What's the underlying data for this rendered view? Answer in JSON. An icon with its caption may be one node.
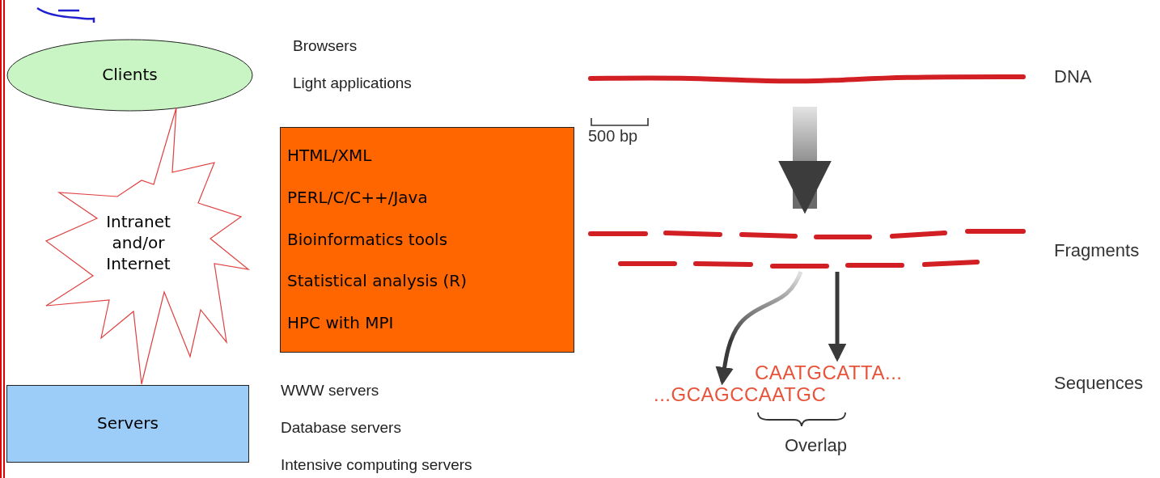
{
  "diagram": {
    "nodes": [
      {
        "text": [
          "Clients"
        ]
      },
      {
        "text": [
          "Intranet and/or Internet"
        ]
      },
      {
        "text": [
          "Servers"
        ]
      },
      {
        "text": [
          "HTML/XML",
          "PERL/C/C++/Java",
          "Bioinformatics tools",
          "Statistical analysis (R)",
          "HPC with MPI"
        ]
      },
      {
        "text": [],
        "shape": "bar",
        "beside": [
          "DNA"
        ]
      },
      {
        "text": [],
        "shape": "bar",
        "beside": [
          "Fragments"
        ]
      },
      {
        "text": [
          "CAATGCATTA..."
        ]
      },
      {
        "text": [
          "...GCAGCCAATGC"
        ]
      }
    ],
    "edges": [
      {
        "from": 4,
        "to": 5,
        "arrow": "to",
        "style": "thick"
      },
      {
        "from": 5,
        "to": 7,
        "arrow": "to"
      },
      {
        "from": 5,
        "to": 6,
        "arrow": "to"
      }
    ],
    "labels": [
      "Browsers",
      "Light applications",
      "500 bp",
      "WWW servers",
      "Database servers",
      "Intensive computing servers",
      "Sequences",
      "Overlap"
    ]
  }
}
